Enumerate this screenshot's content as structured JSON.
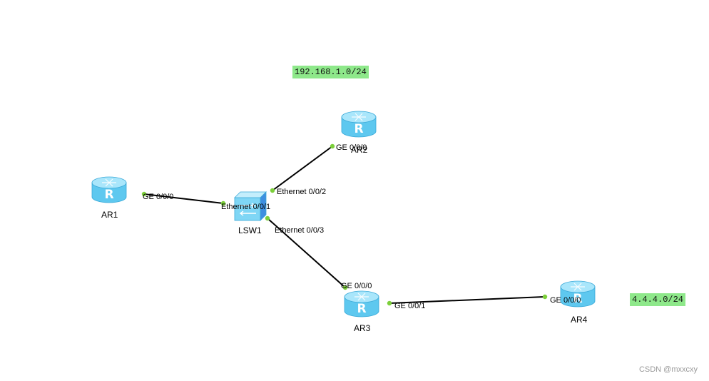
{
  "devices": [
    {
      "id": "AR1",
      "name": "AR1",
      "kind": "router"
    },
    {
      "id": "AR2",
      "name": "AR2",
      "kind": "router"
    },
    {
      "id": "AR3",
      "name": "AR3",
      "kind": "router"
    },
    {
      "id": "AR4",
      "name": "AR4",
      "kind": "router"
    },
    {
      "id": "LSW1",
      "name": "LSW1",
      "kind": "switch"
    }
  ],
  "links": [
    {
      "a": "AR1",
      "a_port": "GE 0/0/0",
      "b": "LSW1",
      "b_port": "Ethernet 0/0/1"
    },
    {
      "a": "LSW1",
      "a_port": "Ethernet 0/0/2",
      "b": "AR2",
      "b_port": "GE 0/0/0"
    },
    {
      "a": "LSW1",
      "a_port": "Ethernet 0/0/3",
      "b": "AR3",
      "b_port": "GE 0/0/0"
    },
    {
      "a": "AR3",
      "a_port": "GE 0/0/1",
      "b": "AR4",
      "b_port": "GE 0/0/0"
    }
  ],
  "networks": [
    {
      "label": "192.168.1.0/24"
    },
    {
      "label": "4.4.4.0/24"
    }
  ],
  "router_glyph": "R",
  "watermark": "CSDN @mxxcxy",
  "colors": {
    "router_fill": "#5ec8ef",
    "router_top": "#a9e6fb",
    "switch_fill": "#7fd6f5",
    "link": "#000000",
    "port_dot": "#7ccf3a",
    "net_tag_bg": "#8ee88a"
  }
}
